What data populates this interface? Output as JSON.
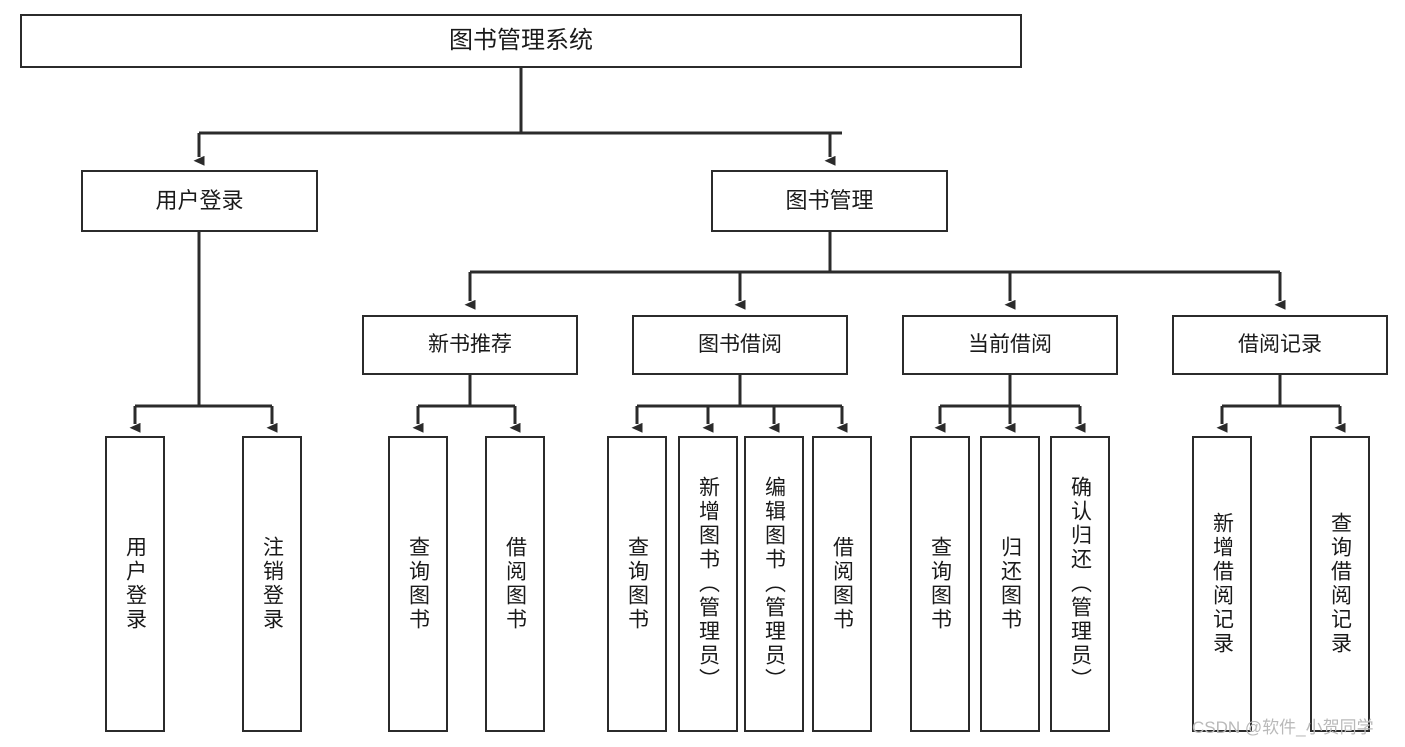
{
  "diagram": {
    "type": "tree-hierarchy-diagram",
    "title": "图书管理系统",
    "colors": {
      "box_border": "#2b2b2b",
      "box_fill": "#ffffff",
      "connector": "#2b2b2b",
      "text": "#1a1a1a",
      "watermark": "#b9b9b9",
      "background": "#ffffff"
    },
    "root": {
      "id": "root",
      "label": "图书管理系统"
    },
    "level2": [
      {
        "id": "user-login",
        "label": "用户登录"
      },
      {
        "id": "book-management",
        "label": "图书管理"
      }
    ],
    "level3": [
      {
        "id": "new-book-recommend",
        "label": "新书推荐",
        "parent": "book-management"
      },
      {
        "id": "book-borrow",
        "label": "图书借阅",
        "parent": "book-management"
      },
      {
        "id": "current-borrow",
        "label": "当前借阅",
        "parent": "book-management"
      },
      {
        "id": "borrow-record",
        "label": "借阅记录",
        "parent": "book-management"
      }
    ],
    "leaves": [
      {
        "id": "leaf-user-login",
        "label": "用户登录",
        "parent": "user-login"
      },
      {
        "id": "leaf-logout-login",
        "label": "注销登录",
        "parent": "user-login"
      },
      {
        "id": "leaf-query-book-1",
        "label": "查询图书",
        "parent": "new-book-recommend"
      },
      {
        "id": "leaf-borrow-book-1",
        "label": "借阅图书",
        "parent": "new-book-recommend"
      },
      {
        "id": "leaf-query-book-2",
        "label": "查询图书",
        "parent": "book-borrow"
      },
      {
        "id": "leaf-add-book",
        "label": "新增图书（管理员）",
        "parent": "book-borrow"
      },
      {
        "id": "leaf-edit-book",
        "label": "编辑图书（管理员）",
        "parent": "book-borrow"
      },
      {
        "id": "leaf-borrow-book-2",
        "label": "借阅图书",
        "parent": "book-borrow"
      },
      {
        "id": "leaf-query-book-3",
        "label": "查询图书",
        "parent": "current-borrow"
      },
      {
        "id": "leaf-return-book",
        "label": "归还图书",
        "parent": "current-borrow"
      },
      {
        "id": "leaf-confirm-return",
        "label": "确认归还（管理员）",
        "parent": "current-borrow"
      },
      {
        "id": "leaf-add-record",
        "label": "新增借阅记录",
        "parent": "borrow-record"
      },
      {
        "id": "leaf-query-record",
        "label": "查询借阅记录",
        "parent": "borrow-record"
      }
    ],
    "watermark": "CSDN @软件_小贺同学"
  }
}
